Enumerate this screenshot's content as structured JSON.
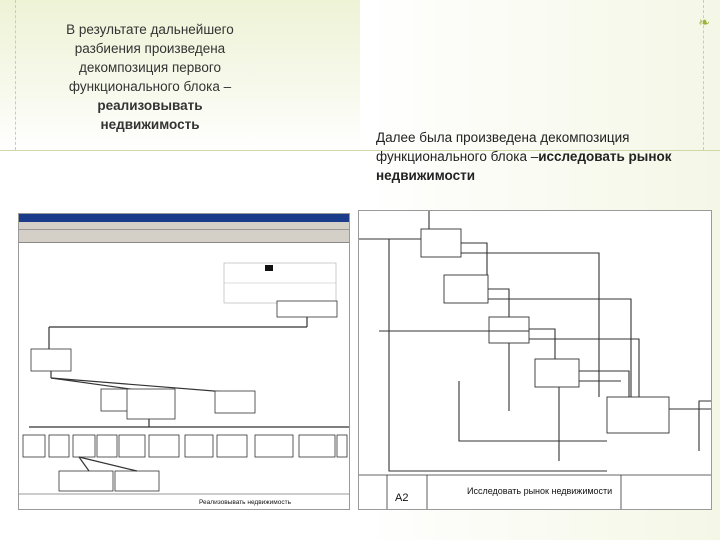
{
  "left_title": {
    "line1": "В результате дальнейшего",
    "line2": "разбиения произведена",
    "line3": "декомпозиция первого",
    "line4": "функционального блока –",
    "bold1": "реализовывать",
    "bold2": "недвижимость"
  },
  "right_title": {
    "text": "Далее была произведена декомпозиция функционального блока –",
    "bold": "исследовать рынок недвижимости"
  },
  "left_screenshot": {
    "footer_label": "Реализовывать недвижимость"
  },
  "right_screenshot": {
    "label_a2": "A2",
    "label_title": "Исследовать рынок недвижимости"
  }
}
